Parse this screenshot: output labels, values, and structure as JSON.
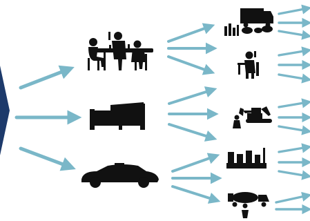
{
  "colors": {
    "arrow": "#7ab7c8",
    "silhouette": "#111111",
    "left_accent": "#1d3a6b",
    "background": "#ffffff"
  },
  "diagram": {
    "layout": "branching-flow",
    "left_marker": {
      "icon": "chevron-right-icon"
    },
    "sources": [
      {
        "id": "restaurant",
        "icon": "people-dining-at-table-icon"
      },
      {
        "id": "bed",
        "icon": "bed-icon"
      },
      {
        "id": "car",
        "icon": "car-icon"
      }
    ],
    "destinations": [
      {
        "id": "delivery-goods",
        "icon": "truck-with-goods-icon"
      },
      {
        "id": "craft-worker",
        "icon": "seated-worker-icon"
      },
      {
        "id": "construction",
        "icon": "excavator-with-worker-icon"
      },
      {
        "id": "factory",
        "icon": "factory-icon"
      },
      {
        "id": "tanker",
        "icon": "tanker-truck-with-worker-icon"
      }
    ]
  }
}
